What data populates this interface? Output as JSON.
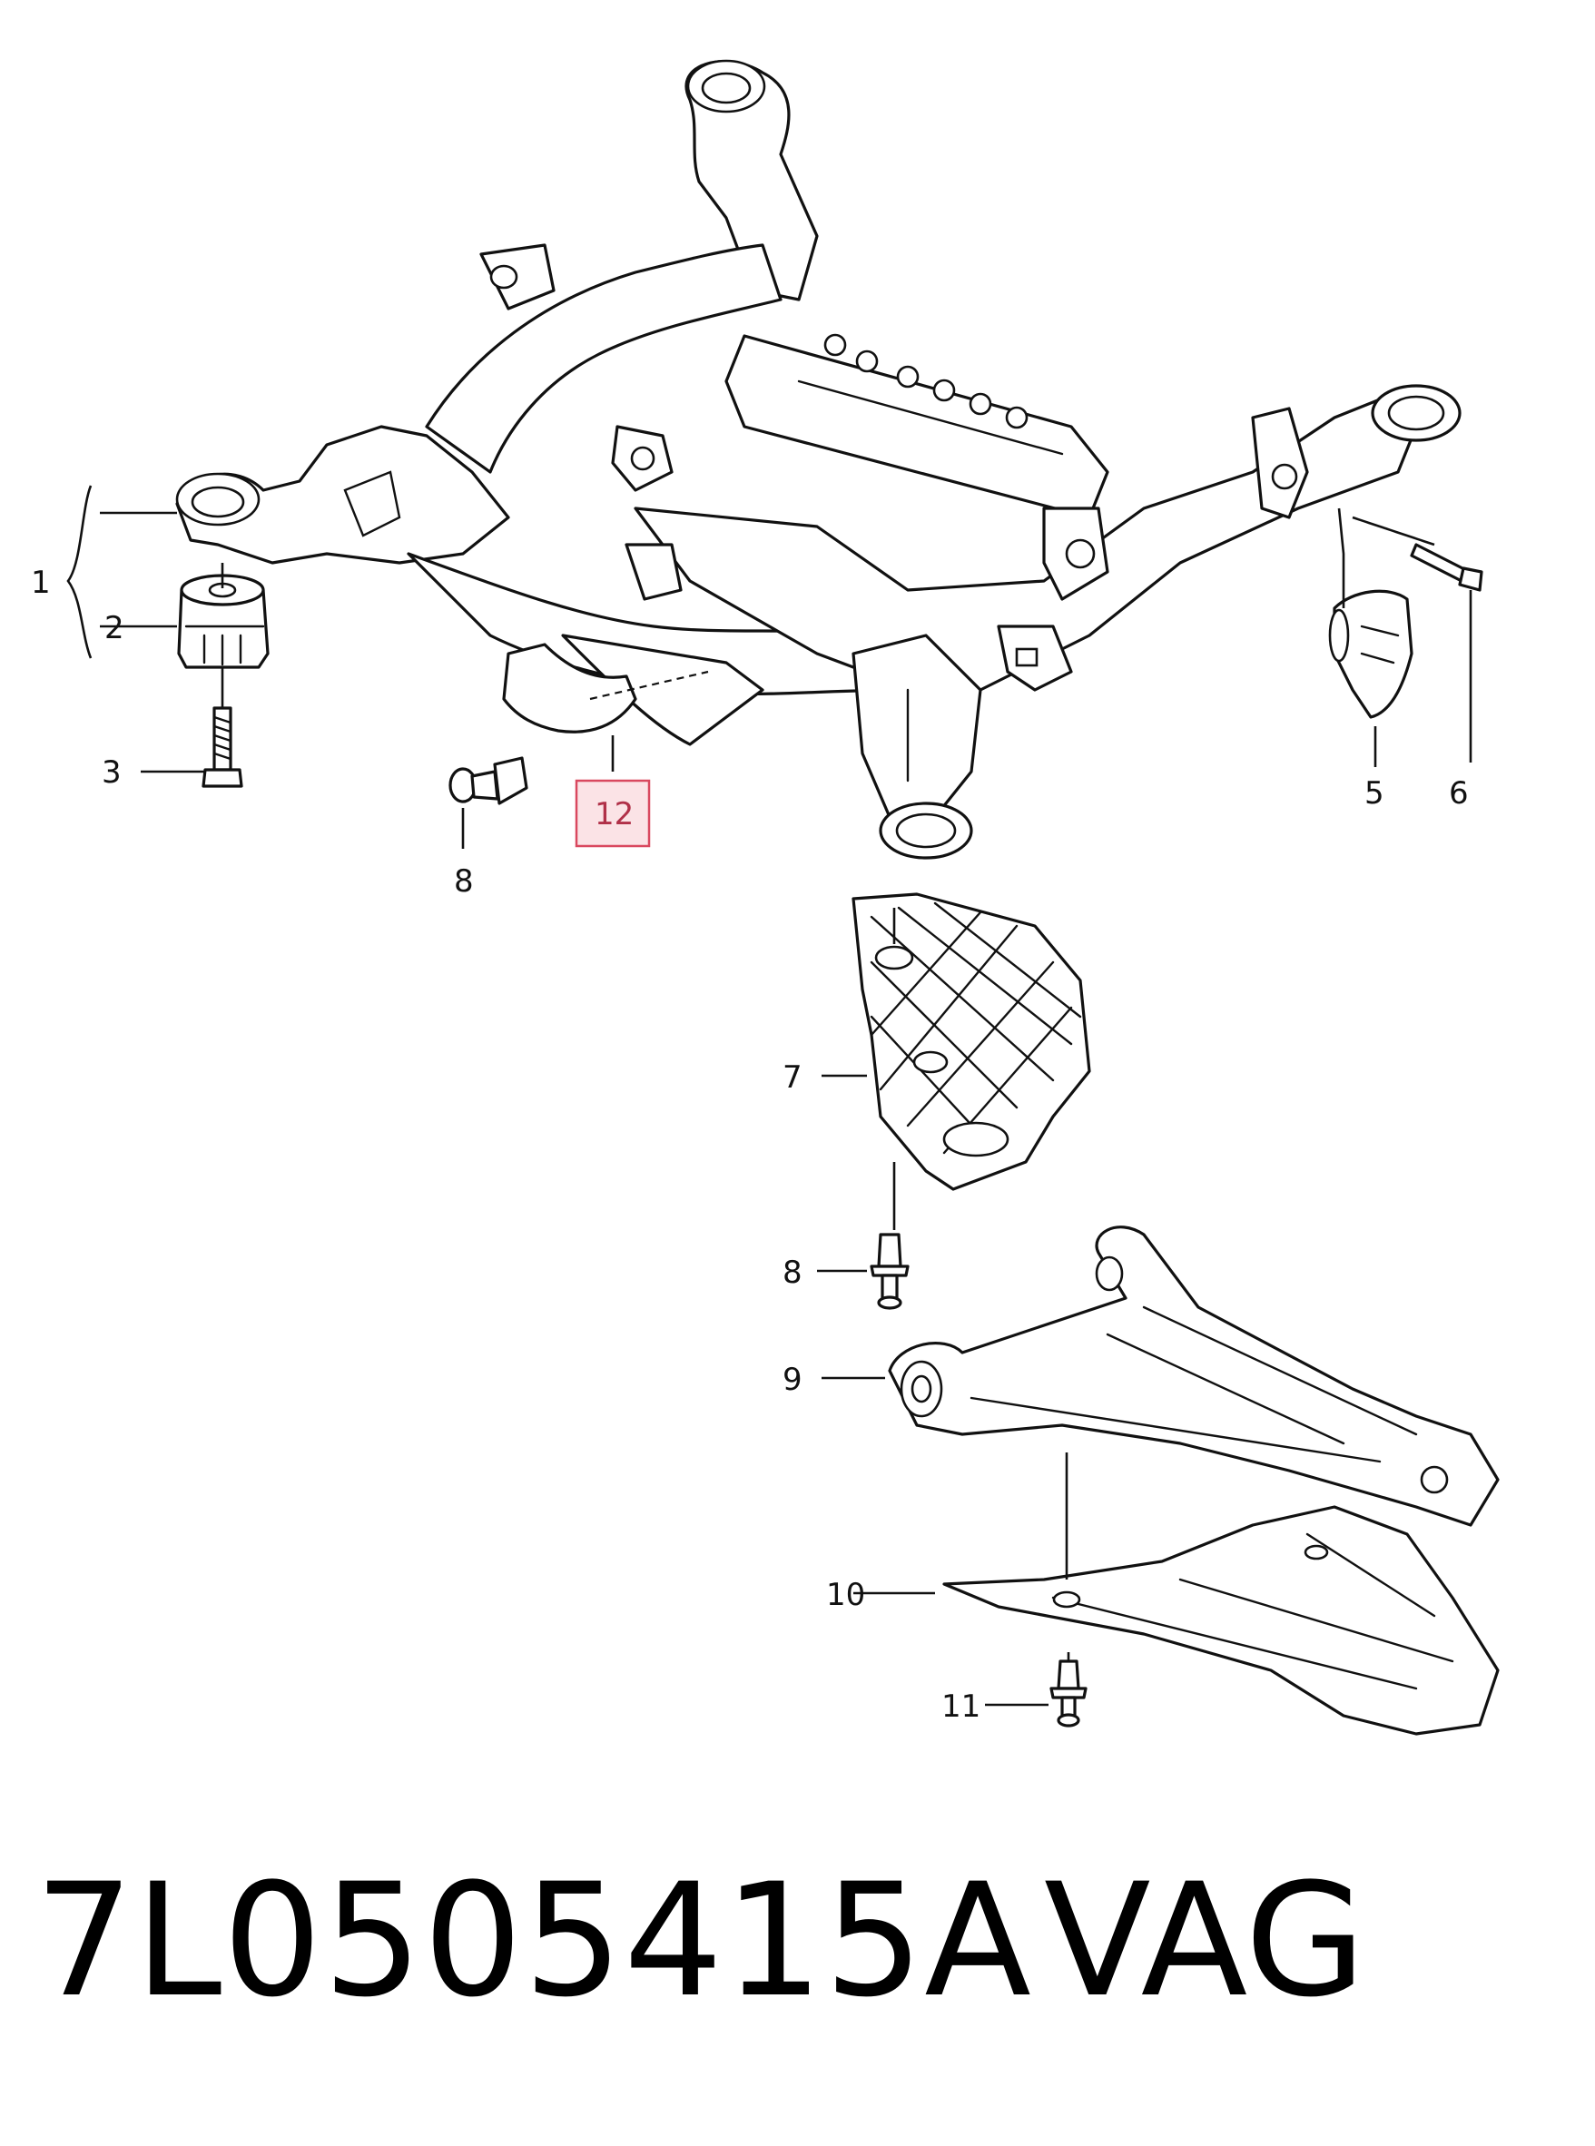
{
  "callouts": [
    {
      "id": "1",
      "label": "1"
    },
    {
      "id": "2",
      "label": "2"
    },
    {
      "id": "3",
      "label": "3"
    },
    {
      "id": "5",
      "label": "5"
    },
    {
      "id": "6",
      "label": "6"
    },
    {
      "id": "7",
      "label": "7"
    },
    {
      "id": "8a",
      "label": "8"
    },
    {
      "id": "8b",
      "label": "8"
    },
    {
      "id": "9",
      "label": "9"
    },
    {
      "id": "10",
      "label": "10"
    },
    {
      "id": "11",
      "label": "11"
    },
    {
      "id": "12",
      "label": "12"
    }
  ],
  "highlighted_callout": "12",
  "highlight_color": "#d9485f",
  "caption": {
    "part_number": "7L0505415A",
    "brand": "VAG"
  }
}
